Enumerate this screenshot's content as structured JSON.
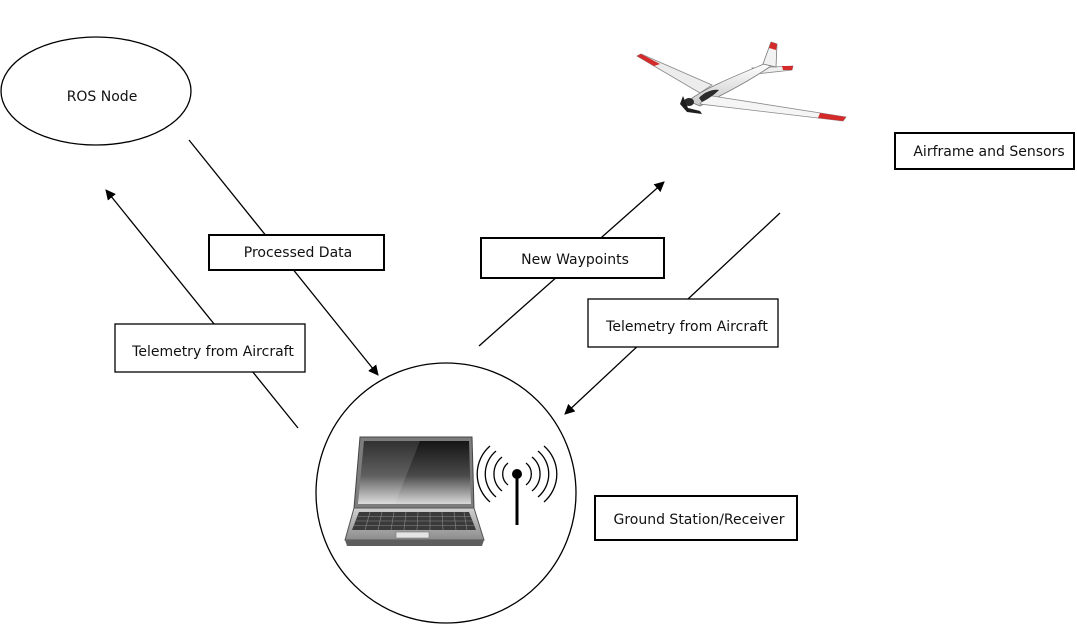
{
  "nodes": {
    "ros_node": {
      "label": "ROS Node"
    },
    "airframe": {
      "label": "Airframe and Sensors"
    },
    "ground_station": {
      "label": "Ground Station/Receiver"
    }
  },
  "edges": {
    "processed_data": {
      "label": "Processed Data"
    },
    "new_waypoints": {
      "label": "New Waypoints"
    },
    "telemetry_to_ground": {
      "label": "Telemetry from Aircraft"
    },
    "telemetry_to_ros": {
      "label": "Telemetry from Aircraft"
    }
  },
  "icons": {
    "airplane": "airplane-icon",
    "laptop": "laptop-icon",
    "antenna": "antenna-icon"
  },
  "colors": {
    "stroke": "#000000",
    "airplane_accent": "#d42a2a",
    "background": "#ffffff"
  }
}
